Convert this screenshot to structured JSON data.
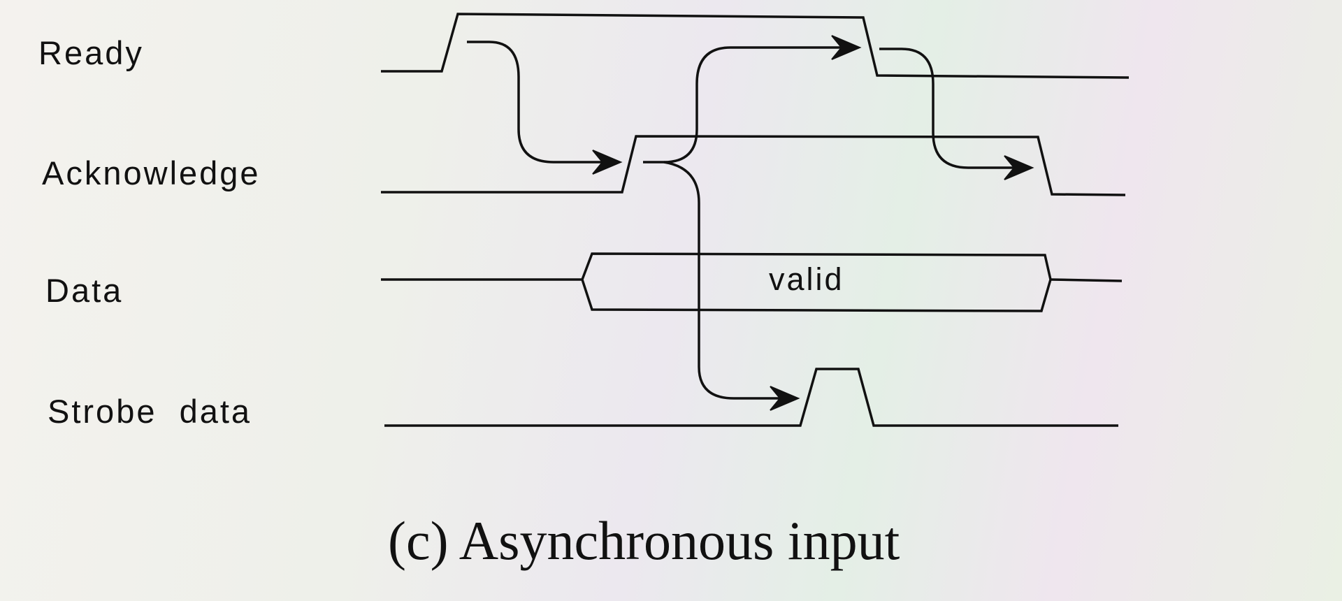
{
  "signals": {
    "ready": "Ready",
    "acknowledge": "Acknowledge",
    "data": "Data",
    "strobe": "Strobe  data"
  },
  "data_bus_label": "valid",
  "caption": "(c) Asynchronous input"
}
